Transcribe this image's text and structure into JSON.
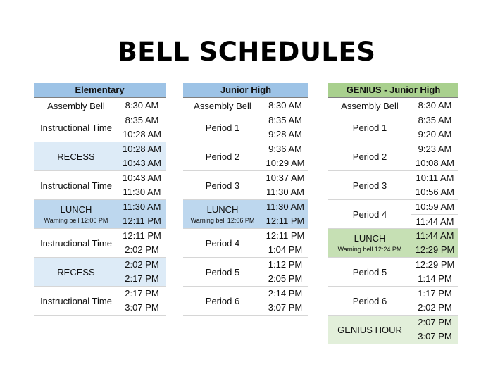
{
  "title": "BELL SCHEDULES",
  "colors": {
    "header_blue": "#9dc3e6",
    "header_green": "#a9d08e",
    "recess_blue": "#ddebf7",
    "lunch_blue": "#bdd7ee",
    "lunch_green": "#c6e0b4",
    "genius_green": "#e2efda"
  },
  "schedules": [
    {
      "header": "Elementary",
      "rows": [
        {
          "name": "Assembly Bell",
          "times": [
            "8:30 AM"
          ]
        },
        {
          "name": "Instructional Time",
          "times": [
            "8:35 AM",
            "10:28 AM"
          ]
        },
        {
          "name": "RECESS",
          "times": [
            "10:28 AM",
            "10:43 AM"
          ]
        },
        {
          "name": "Instructional Time",
          "times": [
            "10:43 AM",
            "11:30 AM"
          ]
        },
        {
          "name": "LUNCH",
          "note": "Warning bell 12:06 PM",
          "times": [
            "11:30 AM",
            "12:11 PM"
          ]
        },
        {
          "name": "Instructional Time",
          "times": [
            "12:11 PM",
            "2:02 PM"
          ]
        },
        {
          "name": "RECESS",
          "times": [
            "2:02 PM",
            "2:17 PM"
          ]
        },
        {
          "name": "Instructional Time",
          "times": [
            "2:17 PM",
            "3:07 PM"
          ]
        }
      ]
    },
    {
      "header": "Junior High",
      "rows": [
        {
          "name": "Assembly Bell",
          "times": [
            "8:30 AM"
          ]
        },
        {
          "name": "Period 1",
          "times": [
            "8:35 AM",
            "9:28 AM"
          ]
        },
        {
          "name": "Period 2",
          "times": [
            "9:36 AM",
            "10:29 AM"
          ]
        },
        {
          "name": "Period 3",
          "times": [
            "10:37 AM",
            "11:30 AM"
          ]
        },
        {
          "name": "LUNCH",
          "note": "Warning bell 12:06 PM",
          "times": [
            "11:30 AM",
            "12:11 PM"
          ]
        },
        {
          "name": "Period 4",
          "times": [
            "12:11 PM",
            "1:04 PM"
          ]
        },
        {
          "name": "Period 5",
          "times": [
            "1:12 PM",
            "2:05 PM"
          ]
        },
        {
          "name": "Period 6",
          "times": [
            "2:14 PM",
            "3:07 PM"
          ]
        }
      ]
    },
    {
      "header": "GENIUS - Junior High",
      "rows": [
        {
          "name": "Assembly Bell",
          "times": [
            "8:30 AM"
          ]
        },
        {
          "name": "Period 1",
          "times": [
            "8:35 AM",
            "9:20 AM"
          ]
        },
        {
          "name": "Period 2",
          "times": [
            "9:23 AM",
            "10:08 AM"
          ]
        },
        {
          "name": "Period 3",
          "times": [
            "10:11 AM",
            "10:56 AM"
          ]
        },
        {
          "name": "Period 4",
          "times": [
            "10:59 AM",
            "11:44 AM"
          ]
        },
        {
          "name": "LUNCH",
          "note": "Warning bell 12:24 PM",
          "times": [
            "11:44 AM",
            "12:29 PM"
          ]
        },
        {
          "name": "Period 5",
          "times": [
            "12:29 PM",
            "1:14 PM"
          ]
        },
        {
          "name": "Period 6",
          "times": [
            "1:17 PM",
            "2:02 PM"
          ]
        },
        {
          "name": "GENIUS HOUR",
          "times": [
            "2:07 PM",
            "3:07 PM"
          ]
        }
      ]
    }
  ]
}
